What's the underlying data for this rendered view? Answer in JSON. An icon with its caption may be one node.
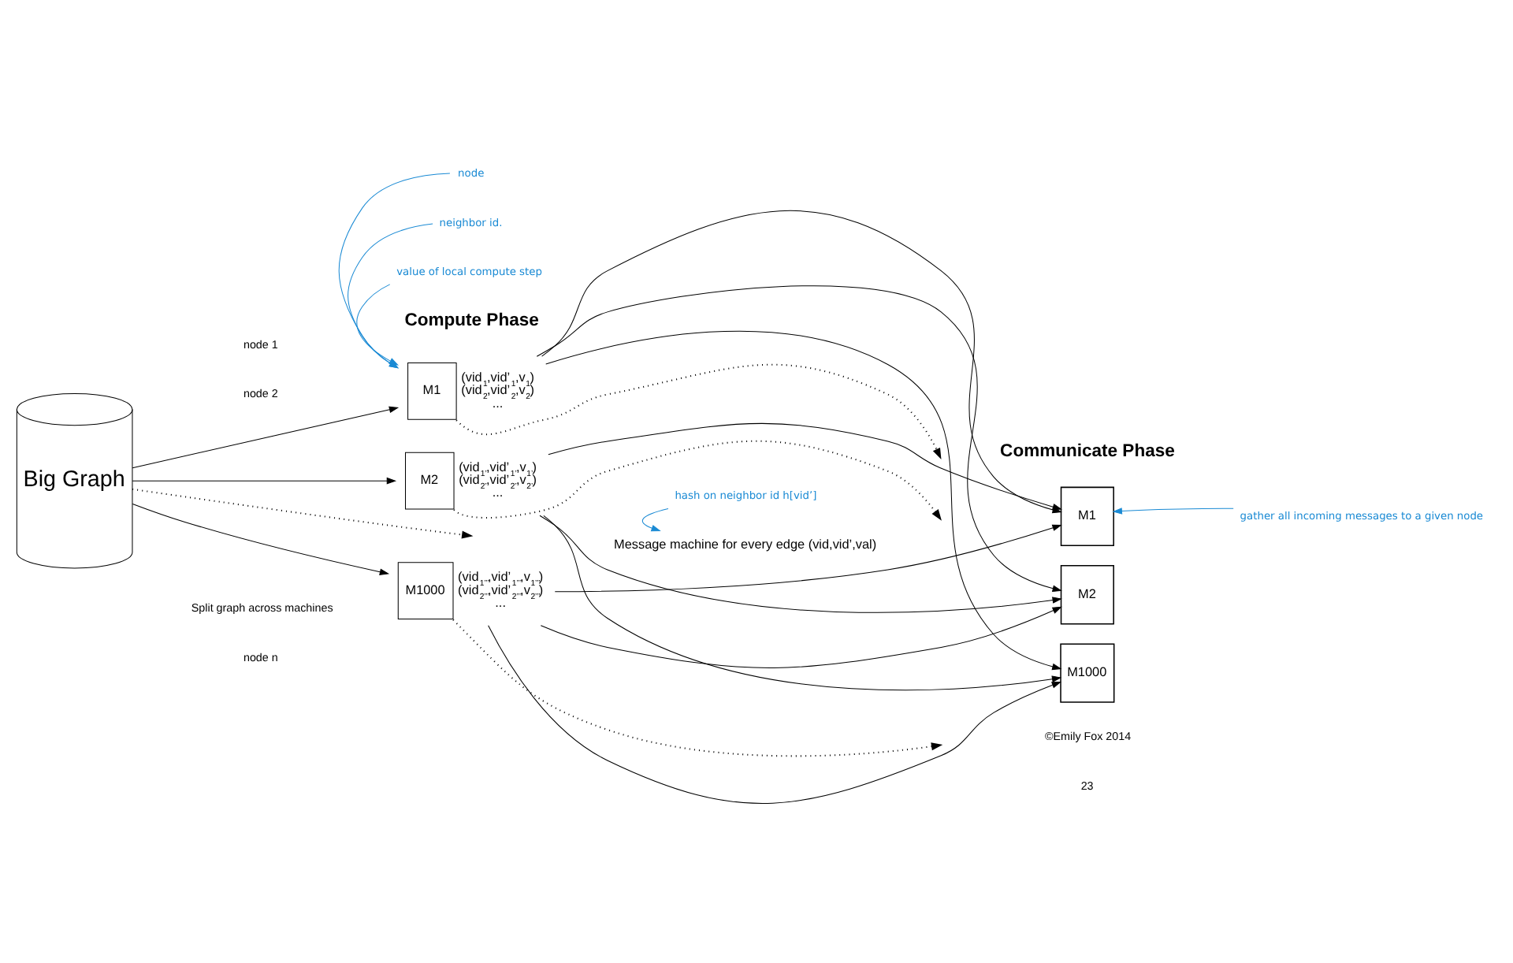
{
  "diagram": {
    "nodes": [
      {
        "text": [
          "Big Graph"
        ]
      },
      {
        "text": [
          "M1"
        ],
        "beside": [
          "(vid$_{1}$,vid’$_{1}$,v$_{1}$)",
          "(vid$_{2}$,vid’$_{2}$,v$_{2}$)",
          "..."
        ]
      },
      {
        "text": [
          "M2"
        ],
        "beside": [
          "(vid$_{1’}$,vid’$_{1’}$,v$_{1’}$)",
          "(vid$_{2’}$,vid’$_{2’}$,v$_{2’}$)",
          "..."
        ]
      },
      {
        "text": [
          "M1000"
        ],
        "beside": [
          "(vid$_{1’’’}$,vid’$_{1’’’}$,v$_{1’’’}$)",
          "(vid$_{2’’’}$,vid’$_{2’’’}$,v$_{2’’’}$)",
          "..."
        ]
      },
      {
        "text": [
          "Message machine for every edge (vid,vid’,val)"
        ]
      },
      {
        "text": [
          "M1"
        ]
      },
      {
        "text": [
          "M2"
        ]
      },
      {
        "text": [
          "M1000"
        ]
      },
      {
        "text": [
          "node"
        ]
      },
      {
        "text": [
          "neighbor id."
        ]
      },
      {
        "text": [
          "value of local compute step"
        ]
      },
      {
        "text": [
          "hash on neighbor id h[vid’]"
        ]
      },
      {
        "text": [
          "gather all incoming messages to a given node"
        ]
      }
    ],
    "edges": [
      {
        "from": 0,
        "to": 1,
        "arrow": "to"
      },
      {
        "from": 0,
        "to": 2,
        "arrow": "to"
      },
      {
        "from": 0,
        "to": null,
        "arrow": "to",
        "style": "dashed"
      },
      {
        "from": 0,
        "to": 3,
        "arrow": "to"
      },
      {
        "from": 1,
        "to": 5,
        "arrow": "to"
      },
      {
        "from": 1,
        "to": 6,
        "arrow": "to"
      },
      {
        "from": 1,
        "to": 7,
        "arrow": "to"
      },
      {
        "from": 1,
        "to": null,
        "arrow": "to",
        "style": "dashed"
      },
      {
        "from": 2,
        "to": 5,
        "arrow": "to"
      },
      {
        "from": 2,
        "to": 6,
        "arrow": "to"
      },
      {
        "from": 2,
        "to": 7,
        "arrow": "to"
      },
      {
        "from": 2,
        "to": null,
        "arrow": "to",
        "style": "dashed"
      },
      {
        "from": 3,
        "to": 5,
        "arrow": "to"
      },
      {
        "from": 3,
        "to": 6,
        "arrow": "to"
      },
      {
        "from": 3,
        "to": 7,
        "arrow": "to"
      },
      {
        "from": 3,
        "to": null,
        "arrow": "to",
        "style": "dashed"
      },
      {
        "from": 8,
        "to": 1,
        "arrow": "to",
        "color": "#1a8ad4"
      },
      {
        "from": 9,
        "to": 1,
        "arrow": "to",
        "color": "#1a8ad4"
      },
      {
        "from": 10,
        "to": 1,
        "arrow": "to",
        "color": "#1a8ad4"
      },
      {
        "from": 11,
        "to": 4,
        "arrow": "to",
        "color": "#1a8ad4"
      },
      {
        "from": 12,
        "to": 5,
        "arrow": "to",
        "color": "#1a8ad4"
      }
    ],
    "labels": [
      "Compute Phase",
      "Communicate Phase",
      "Split graph across machines",
      "node 1",
      "node 2",
      "node n",
      "©Emily Fox 2014",
      "23"
    ]
  }
}
